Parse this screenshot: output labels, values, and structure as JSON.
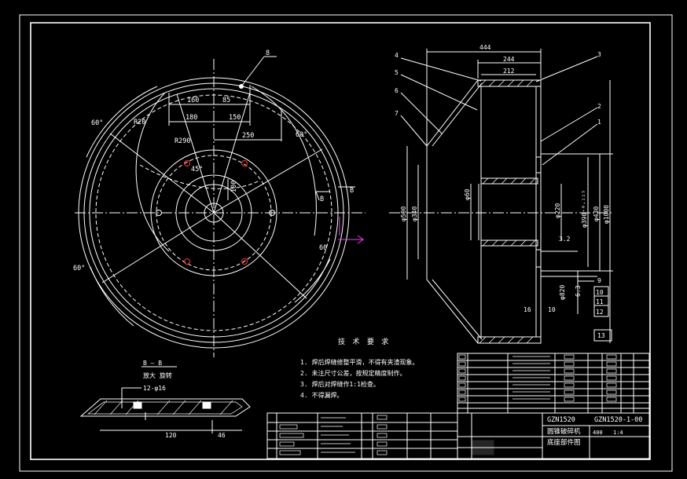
{
  "plan_view": {
    "balloon_label": "8",
    "dimensions": [
      "160",
      "85",
      "180",
      "150",
      "250",
      "R20",
      "R290",
      "45°",
      "100"
    ],
    "angles": [
      "60°",
      "60°",
      "60°",
      "60"
    ],
    "section_marker": "B"
  },
  "section_view": {
    "top_dimensions": [
      "444",
      "244",
      "212"
    ],
    "left_diameters": [
      "φ500",
      "φ340"
    ],
    "center_diameters": [
      "φ60",
      "φ220"
    ],
    "right_diameters": [
      "φ390⁺⁰·¹¹⁵",
      "φ430",
      "φ1000"
    ],
    "lower_labels": [
      "3.2",
      "φ820",
      "6.3",
      "16",
      "10"
    ],
    "left_balloons": [
      "4",
      "5",
      "6",
      "7"
    ],
    "right_balloons": [
      "3",
      "2",
      "1"
    ],
    "stack_balloons": [
      "9",
      "10",
      "11",
      "12",
      "13"
    ]
  },
  "section_bb": {
    "title": "B — B",
    "subtitle": "放大 旋转",
    "hole_label": "12-φ16",
    "dims": [
      "120",
      "46"
    ]
  },
  "tech_requirements": {
    "title": "技 术 要 求",
    "items": [
      "1. 焊后焊缝修整平滑，不得有夹渣现象。",
      "2. 未注尺寸公差，按规定精度制作。",
      "3. 焊后对焊缝作1:1检查。",
      "4. 不得漏焊。"
    ]
  },
  "title_block": {
    "code": "GZN1520",
    "drawing_no": "GZN1520-1-00",
    "name_line1": "圆锥破碎机",
    "name_line2": "底座部件图",
    "scale": "1:4",
    "weight": "400"
  },
  "colors": {
    "line": "#ffffff",
    "marker": "#ff33ff",
    "hole": "#ff3333"
  }
}
